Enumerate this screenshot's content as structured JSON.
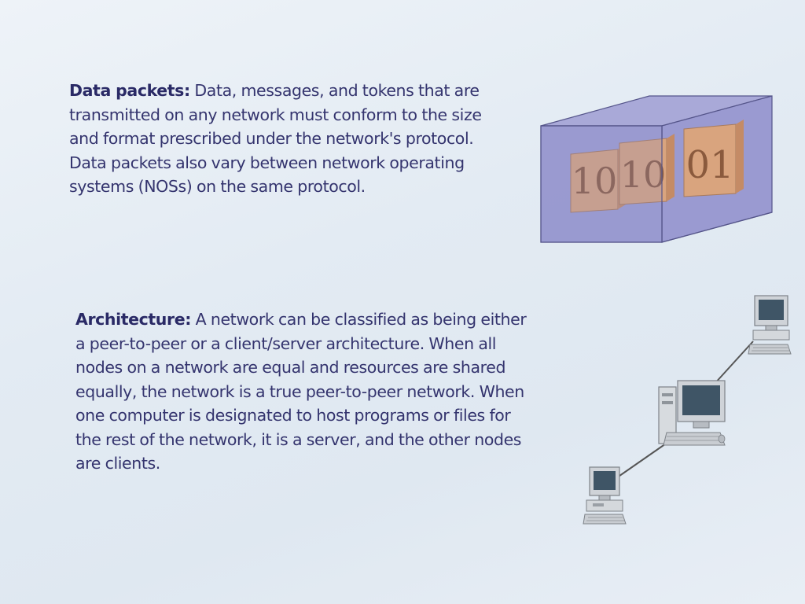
{
  "slide": {
    "packets": {
      "term": "Data packets:",
      "text": " Data, messages, and tokens that are transmitted on any network must conform to the size and format prescribed under the network's protocol. Data packets also vary between network operating systems (NOSs) on the same protocol."
    },
    "architecture": {
      "term": "Architecture:",
      "text": " A network can be classified as being either a peer-to-peer or a client/server architecture. When all nodes on a network are equal and resources are shared equally, the network is a true peer-to-peer network. When one computer is designated to host programs or files for the rest of the network, it is a server, and the other nodes are clients."
    },
    "packet_blocks": [
      "10",
      "10",
      "01"
    ],
    "colors": {
      "text": "#34346e",
      "box_fill": "#8f8fc9",
      "block_fill": "#d9a47e",
      "background": "#e3ebf3"
    },
    "icons": [
      "packet-cube-icon",
      "computer-icon",
      "server-computer-icon"
    ]
  }
}
